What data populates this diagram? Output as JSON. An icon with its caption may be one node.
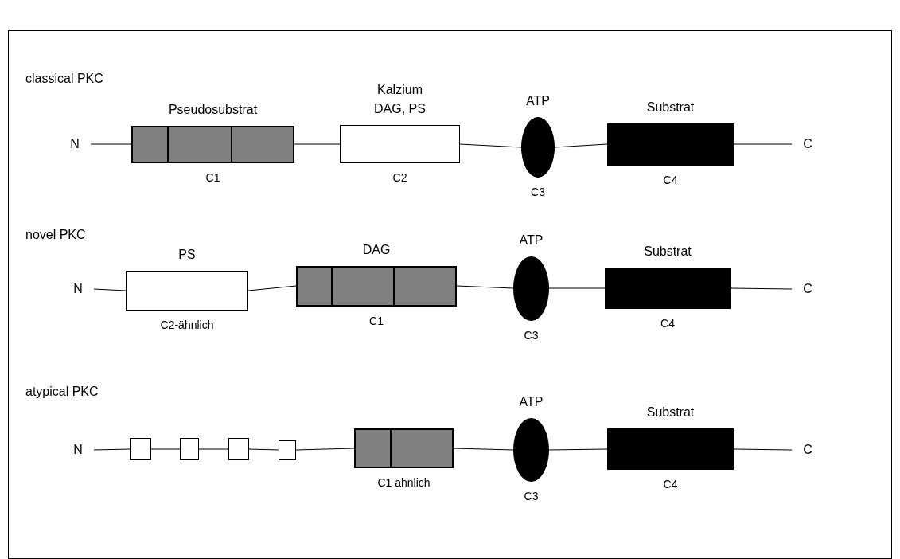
{
  "diagram": {
    "nodes": [
      {
        "text": [
          "N"
        ]
      },
      {
        "text": [
          "Pseudosubstrat",
          "C1"
        ]
      },
      {
        "text": [
          "Kalzium DAG, PS",
          "C2"
        ]
      },
      {
        "text": [
          "ATP",
          "C3"
        ]
      },
      {
        "text": [
          "Substrat",
          "C4"
        ]
      },
      {
        "text": [
          "C"
        ]
      },
      {
        "text": [
          "N"
        ]
      },
      {
        "text": [
          "PS",
          "C2-ähnlich"
        ]
      },
      {
        "text": [
          "DAG",
          "C1"
        ]
      },
      {
        "text": [
          "ATP",
          "C3"
        ]
      },
      {
        "text": [
          "Substrat",
          "C4"
        ]
      },
      {
        "text": [
          "C"
        ]
      },
      {
        "text": [
          "N"
        ]
      },
      {
        "text": [],
        "shape": "box"
      },
      {
        "text": [],
        "shape": "box"
      },
      {
        "text": [],
        "shape": "box"
      },
      {
        "text": [],
        "shape": "box"
      },
      {
        "text": [
          "C1 ähnlich"
        ]
      },
      {
        "text": [
          "ATP",
          "C3"
        ]
      },
      {
        "text": [
          "Substrat",
          "C4"
        ]
      },
      {
        "text": [
          "C"
        ]
      }
    ],
    "edges": [
      {
        "from": 0,
        "to": 1,
        "arrow": "none"
      },
      {
        "from": 1,
        "to": 2,
        "arrow": "none"
      },
      {
        "from": 2,
        "to": 3,
        "arrow": "none"
      },
      {
        "from": 3,
        "to": 4,
        "arrow": "none"
      },
      {
        "from": 4,
        "to": 5,
        "arrow": "none"
      },
      {
        "from": 6,
        "to": 7,
        "arrow": "none"
      },
      {
        "from": 7,
        "to": 8,
        "arrow": "none"
      },
      {
        "from": 8,
        "to": 9,
        "arrow": "none"
      },
      {
        "from": 9,
        "to": 10,
        "arrow": "none"
      },
      {
        "from": 10,
        "to": 11,
        "arrow": "none"
      },
      {
        "from": 12,
        "to": 13,
        "arrow": "none"
      },
      {
        "from": 13,
        "to": 14,
        "arrow": "none"
      },
      {
        "from": 14,
        "to": 15,
        "arrow": "none"
      },
      {
        "from": 15,
        "to": 16,
        "arrow": "none"
      },
      {
        "from": 16,
        "to": 17,
        "arrow": "none"
      },
      {
        "from": 17,
        "to": 18,
        "arrow": "none"
      },
      {
        "from": 18,
        "to": 19,
        "arrow": "none"
      },
      {
        "from": 19,
        "to": 20,
        "arrow": "none"
      }
    ],
    "labels": [
      "classical PKC",
      "novel PKC",
      "atypical PKC"
    ]
  }
}
